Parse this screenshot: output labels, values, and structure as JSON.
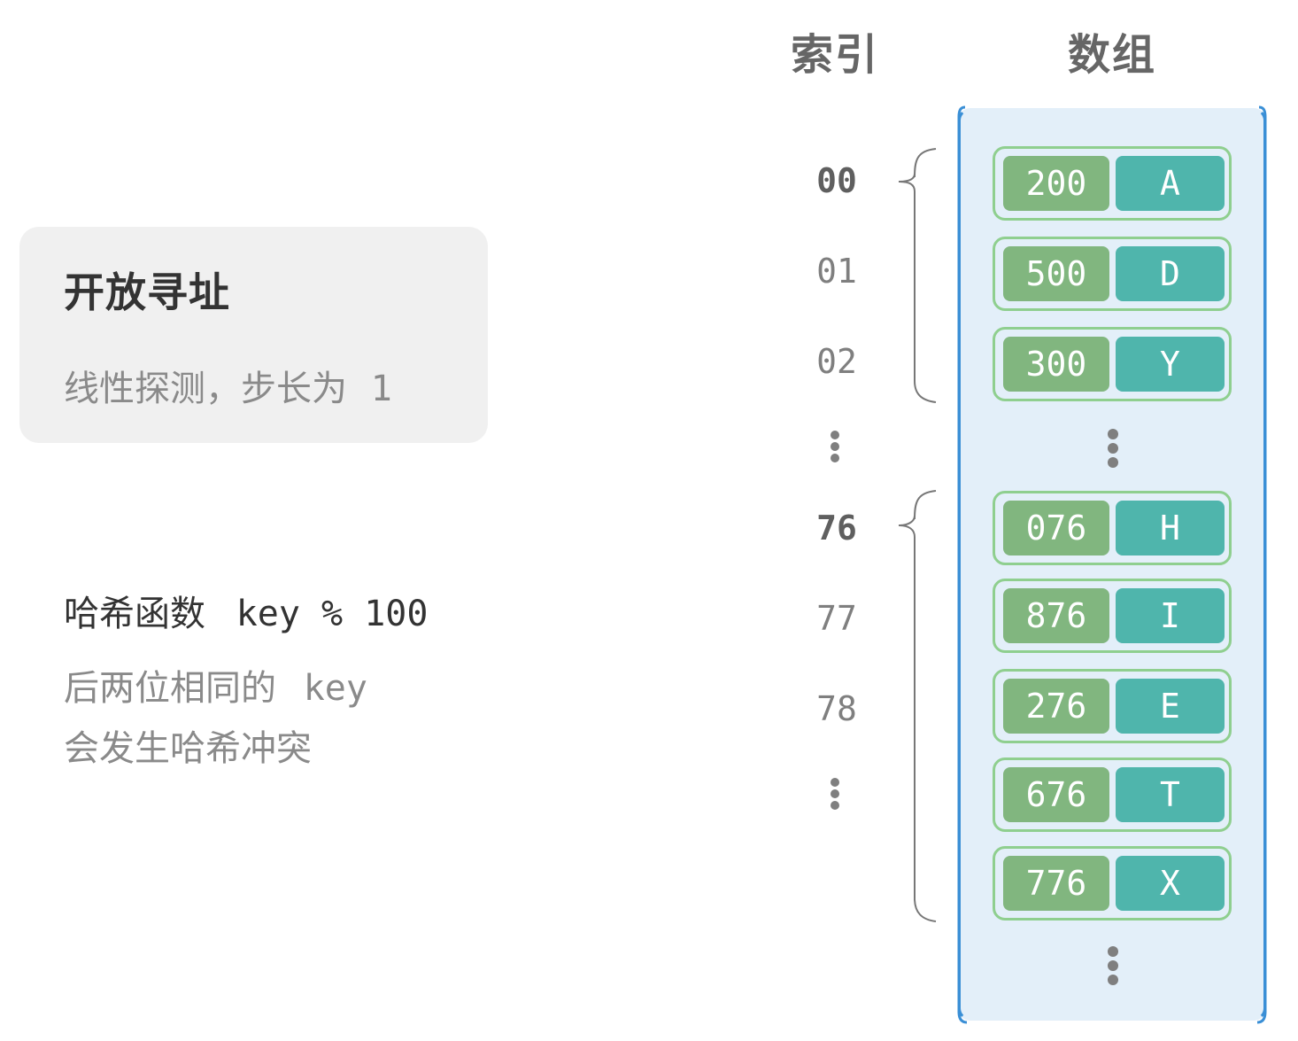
{
  "headers": {
    "index": "索引",
    "array": "数组"
  },
  "card": {
    "title": "开放寻址",
    "subtitle_text": "线性探测，步长为",
    "subtitle_num": "1"
  },
  "hash": {
    "prefix": "哈希函数",
    "expr": "key % 100"
  },
  "note": {
    "line1_text": "后两位相同的",
    "line1_key": "key",
    "line2": "会发生哈希冲突"
  },
  "indices": [
    {
      "label": "00",
      "bold": true
    },
    {
      "label": "01",
      "bold": false
    },
    {
      "label": "02",
      "bold": false
    },
    {
      "label": "76",
      "bold": true
    },
    {
      "label": "77",
      "bold": false
    },
    {
      "label": "78",
      "bold": false
    }
  ],
  "buckets": [
    {
      "key": "200",
      "value": "A"
    },
    {
      "key": "500",
      "value": "D"
    },
    {
      "key": "300",
      "value": "Y"
    },
    {
      "key": "076",
      "value": "H"
    },
    {
      "key": "876",
      "value": "I"
    },
    {
      "key": "276",
      "value": "E"
    },
    {
      "key": "676",
      "value": "T"
    },
    {
      "key": "776",
      "value": "X"
    }
  ],
  "colors": {
    "key_fill": "#81b67f",
    "value_fill": "#4fb5ac",
    "pair_border": "#8fcf8f",
    "array_fill": "#e3eff9",
    "array_border": "#3a8fd6"
  }
}
